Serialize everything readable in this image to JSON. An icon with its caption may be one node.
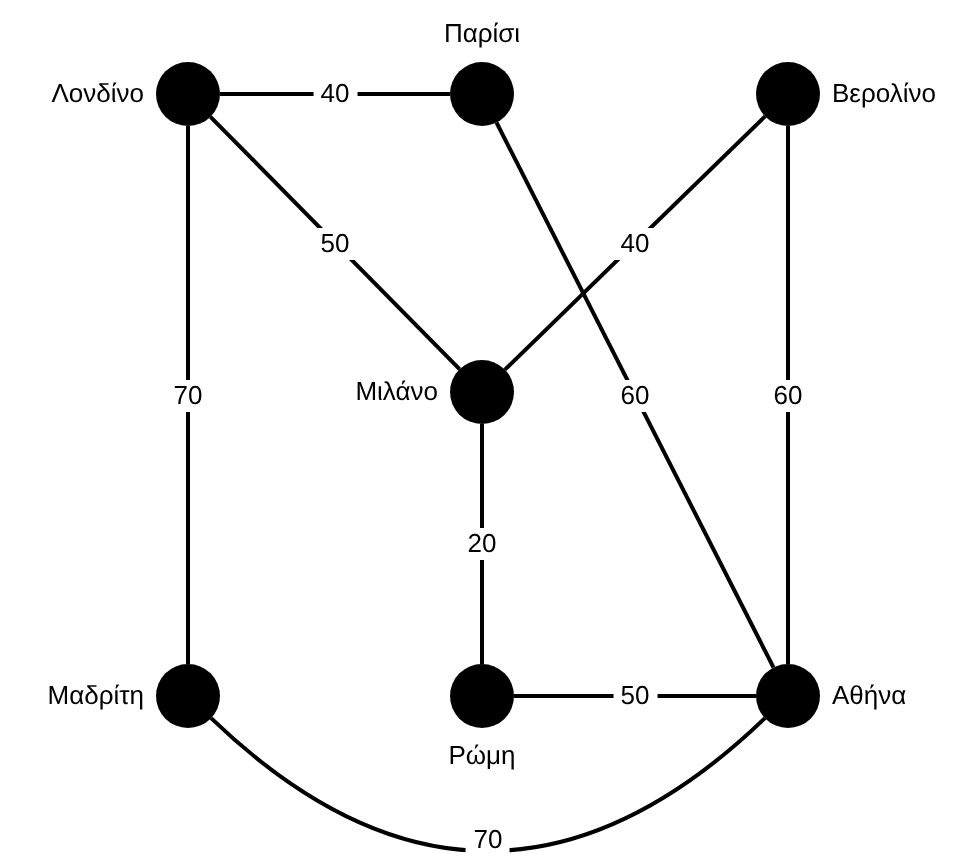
{
  "diagram": {
    "nodes": [
      {
        "text": [],
        "shape": "circle",
        "beside": [
          "Λονδίνο"
        ]
      },
      {
        "text": [],
        "shape": "circle",
        "beside": [
          "Παρίσι"
        ]
      },
      {
        "text": [],
        "shape": "circle",
        "beside": [
          "Βερολίνο"
        ]
      },
      {
        "text": [],
        "shape": "circle",
        "beside": [
          "Μιλάνο"
        ]
      },
      {
        "text": [],
        "shape": "circle",
        "beside": [
          "Μαδρίτη"
        ]
      },
      {
        "text": [],
        "shape": "circle",
        "beside": [
          "Ρώμη"
        ]
      },
      {
        "text": [],
        "shape": "circle",
        "beside": [
          "Αθήνα"
        ]
      }
    ],
    "edges": [
      {
        "from": 0,
        "to": 1,
        "arrow": "none",
        "label": "40"
      },
      {
        "from": 0,
        "to": 3,
        "arrow": "none",
        "label": "50"
      },
      {
        "from": 0,
        "to": 4,
        "arrow": "none",
        "label": "70"
      },
      {
        "from": 1,
        "to": 6,
        "arrow": "none",
        "label": "60"
      },
      {
        "from": 2,
        "to": 3,
        "arrow": "none",
        "label": "40"
      },
      {
        "from": 2,
        "to": 6,
        "arrow": "none",
        "label": "60"
      },
      {
        "from": 3,
        "to": 5,
        "arrow": "none",
        "label": "20"
      },
      {
        "from": 5,
        "to": 6,
        "arrow": "none",
        "label": "50"
      },
      {
        "from": 4,
        "to": 6,
        "arrow": "none",
        "label": "70"
      }
    ]
  }
}
